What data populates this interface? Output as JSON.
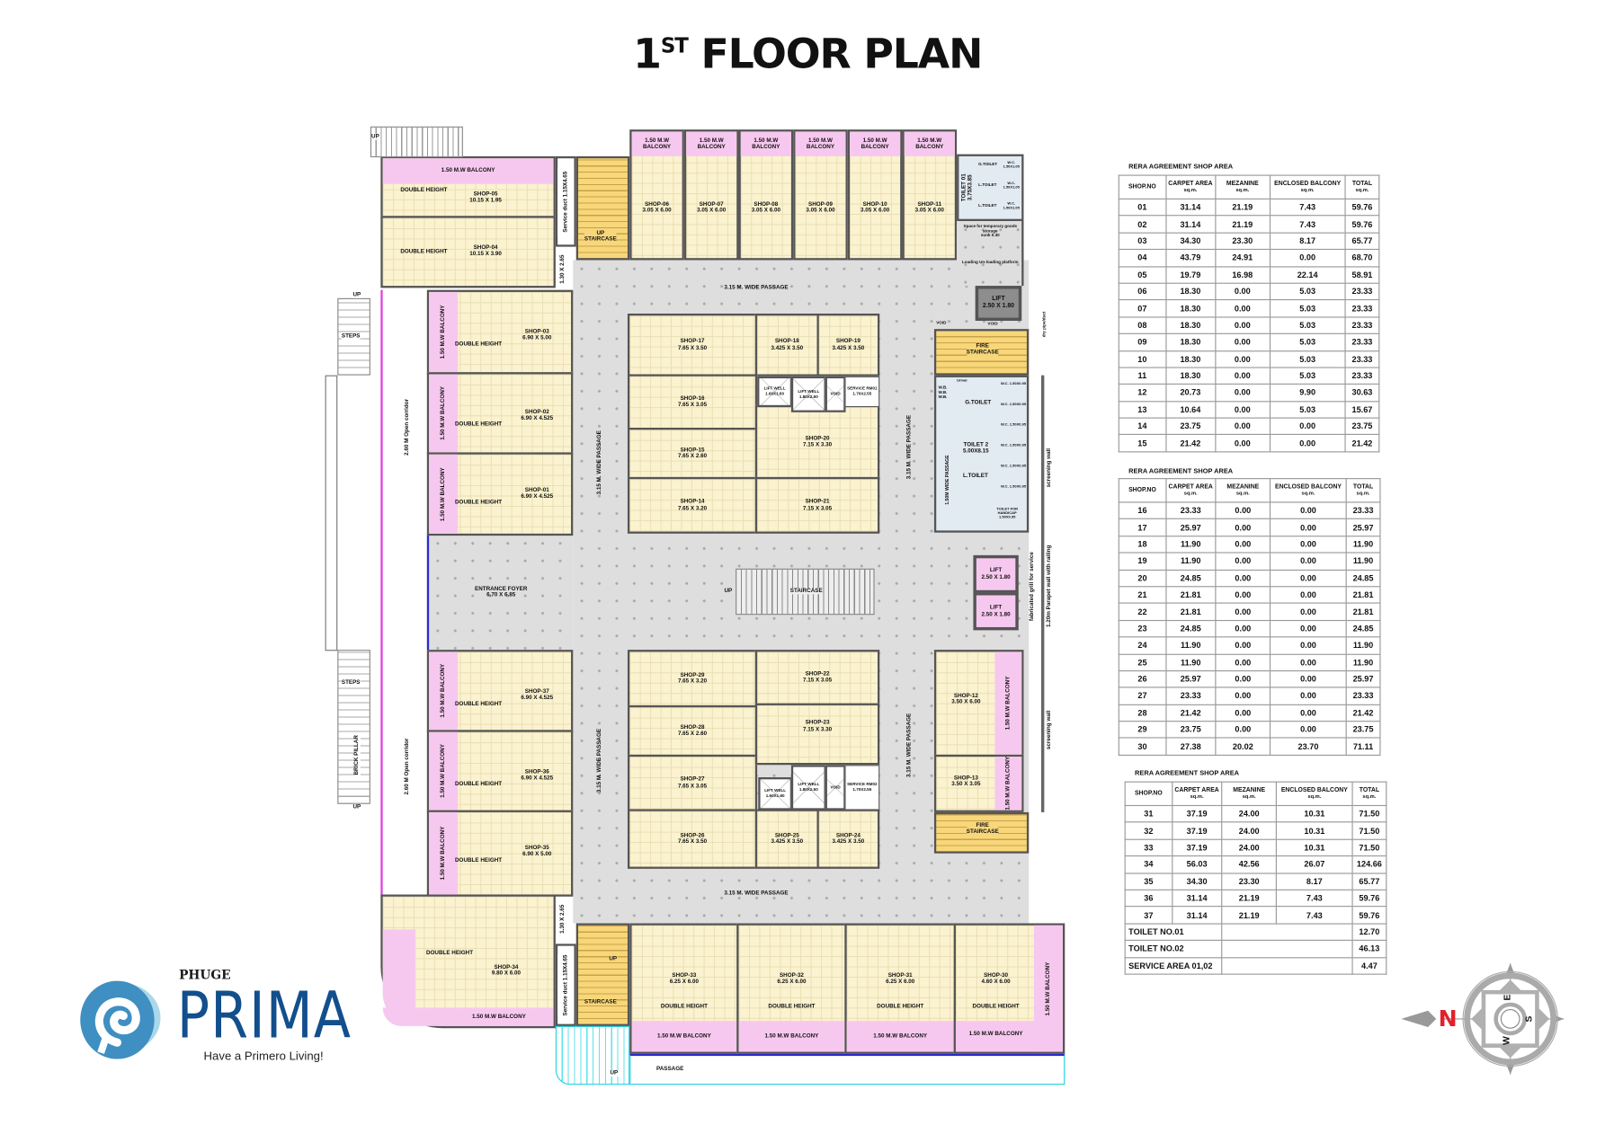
{
  "title": {
    "prefix": "1",
    "sup": "ST",
    "main": "FLOOR PLAN"
  },
  "common": {
    "double_height": "DOUBLE HEIGHT",
    "balcony": "1.50 M.W BALCONY",
    "staircase": "STAIRCASE",
    "up": "UP",
    "fire_staircase": "FIRE STAIRCASE",
    "void": "VOID",
    "passage": "3.15 M. WIDE PASSAGE",
    "open_corridor": "2.60 M Open corridor",
    "steps": "STEPS",
    "brick_pillar": "BRICK PILLAR",
    "service_duct": "Service duct 1.15X4.65",
    "dim_duct": "1.30 X 2.65",
    "bottom_passage": "PASSAGE"
  },
  "shops": {
    "s01": {
      "name": "SHOP-01",
      "size": "6.90 X 4.525"
    },
    "s02": {
      "name": "SHOP-02",
      "size": "6.90 X 4.525"
    },
    "s03": {
      "name": "SHOP-03",
      "size": "6.90 X 5.00"
    },
    "s04": {
      "name": "SHOP-04",
      "size": "10.15 X 3.90"
    },
    "s05": {
      "name": "SHOP-05",
      "size": "10.15 X 1.95"
    },
    "s06": {
      "name": "SHOP-06",
      "size": "3.05 X 6.00"
    },
    "s07": {
      "name": "SHOP-07",
      "size": "3.05 X 6.00"
    },
    "s08": {
      "name": "SHOP-08",
      "size": "3.05 X 6.00"
    },
    "s09": {
      "name": "SHOP-09",
      "size": "3.05 X 6.00"
    },
    "s10": {
      "name": "SHOP-10",
      "size": "3.05 X 6.00"
    },
    "s11": {
      "name": "SHOP-11",
      "size": "3.05 X 6.00"
    },
    "s12": {
      "name": "SHOP-12",
      "size": "3.50 X 6.00"
    },
    "s13": {
      "name": "SHOP-13",
      "size": "3.50 X 3.05"
    },
    "s14": {
      "name": "SHOP-14",
      "size": "7.65 X 3.20"
    },
    "s15": {
      "name": "SHOP-15",
      "size": "7.65 X 2.60"
    },
    "s16": {
      "name": "SHOP-16",
      "size": "7.65 X 3.05"
    },
    "s17": {
      "name": "SHOP-17",
      "size": "7.65 X 3.50"
    },
    "s18": {
      "name": "SHOP-18",
      "size": "3.425 X 3.50"
    },
    "s19": {
      "name": "SHOP-19",
      "size": "3.425 X 3.50"
    },
    "s20": {
      "name": "SHOP-20",
      "size": "7.15 X 3.30"
    },
    "s21": {
      "name": "SHOP-21",
      "size": "7.15 X 3.05"
    },
    "s22": {
      "name": "SHOP-22",
      "size": "7.15 X 3.05"
    },
    "s23": {
      "name": "SHOP-23",
      "size": "7.15 X 3.30"
    },
    "s24": {
      "name": "SHOP-24",
      "size": "3.425 X 3.50"
    },
    "s25": {
      "name": "SHOP-25",
      "size": "3.425 X 3.50"
    },
    "s26": {
      "name": "SHOP-26",
      "size": "7.65 X 3.50"
    },
    "s27": {
      "name": "SHOP-27",
      "size": "7.65 X 3.05"
    },
    "s28": {
      "name": "SHOP-28",
      "size": "7.65 X 2.60"
    },
    "s29": {
      "name": "SHOP-29",
      "size": "7.65 X 3.20"
    },
    "s30": {
      "name": "SHOP-30",
      "size": "4.60 X 6.00"
    },
    "s31": {
      "name": "SHOP-31",
      "size": "6.25 X 6.00"
    },
    "s32": {
      "name": "SHOP-32",
      "size": "6.25 X 6.00"
    },
    "s33": {
      "name": "SHOP-33",
      "size": "6.25 X 6.00"
    },
    "s34": {
      "name": "SHOP-34",
      "size": "9.80 X 6.00"
    },
    "s35": {
      "name": "SHOP-35",
      "size": "6.90 X 5.00"
    },
    "s36": {
      "name": "SHOP-36",
      "size": "6.90 X 4.525"
    },
    "s37": {
      "name": "SHOP-37",
      "size": "6.90 X 4.525"
    }
  },
  "facilities": {
    "foyer": {
      "name": "ENTRANCE FOYER",
      "size": "6.70 X 6.85"
    },
    "lift_well_1": {
      "name": "LIFT WELL",
      "size": "1.60X1.60"
    },
    "lift_well_2": {
      "name": "LIFT WELL",
      "size": "1.80X2.50"
    },
    "service_rm01": {
      "name": "SERVICE RM01",
      "size": "1.70X2.55"
    },
    "service_rm02": {
      "name": "SERVICE RM02",
      "size": "1.70X2.55"
    },
    "lift": {
      "name": "LIFT",
      "size": "2.50 X 1.80"
    },
    "toilet01": {
      "name": "TOILET 01",
      "size": "3.75X3.85",
      "g_toilet": "G.TOILET",
      "l_toilet": "L.TOILET",
      "wc": "W.C. 1.50X1.05"
    },
    "storage": {
      "name": "Space for temporary goods storage",
      "sunk": "sunk 0.30"
    },
    "loading": {
      "name": "Loading Un-loading platform"
    },
    "toilet02": {
      "name": "TOILET 2",
      "size": "5.00X8.15",
      "g_toilet": "G.TOILET",
      "l_toilet": "L.TOILET",
      "wc": "W.C. 1.50X0.95",
      "wb": "W.B.",
      "urinal": "Urinal",
      "passage": "1.50M WIDE PASSAGE",
      "handicap": "TOILET FOR HANDICAP 1.50X0.95"
    },
    "screening_wall": "screening wall",
    "grill": "fabricated grill for service",
    "parapet": "1.20m Parapet wall with railing",
    "dry_pipe": "dry pipe/duct"
  },
  "tables": [
    {
      "heading": "RERA AGREEMENT SHOP AREA",
      "headers": [
        [
          "SHOP.NO",
          ""
        ],
        [
          "CARPET AREA",
          "sq.m."
        ],
        [
          "MEZANINE",
          "sq.m."
        ],
        [
          "ENCLOSED BALCONY",
          "sq.m."
        ],
        [
          "TOTAL",
          "sq.m."
        ]
      ],
      "rows": [
        [
          "01",
          "31.14",
          "21.19",
          "7.43",
          "59.76"
        ],
        [
          "02",
          "31.14",
          "21.19",
          "7.43",
          "59.76"
        ],
        [
          "03",
          "34.30",
          "23.30",
          "8.17",
          "65.77"
        ],
        [
          "04",
          "43.79",
          "24.91",
          "0.00",
          "68.70"
        ],
        [
          "05",
          "19.79",
          "16.98",
          "22.14",
          "58.91"
        ],
        [
          "06",
          "18.30",
          "0.00",
          "5.03",
          "23.33"
        ],
        [
          "07",
          "18.30",
          "0.00",
          "5.03",
          "23.33"
        ],
        [
          "08",
          "18.30",
          "0.00",
          "5.03",
          "23.33"
        ],
        [
          "09",
          "18.30",
          "0.00",
          "5.03",
          "23.33"
        ],
        [
          "10",
          "18.30",
          "0.00",
          "5.03",
          "23.33"
        ],
        [
          "11",
          "18.30",
          "0.00",
          "5.03",
          "23.33"
        ],
        [
          "12",
          "20.73",
          "0.00",
          "9.90",
          "30.63"
        ],
        [
          "13",
          "10.64",
          "0.00",
          "5.03",
          "15.67"
        ],
        [
          "14",
          "23.75",
          "0.00",
          "0.00",
          "23.75"
        ],
        [
          "15",
          "21.42",
          "0.00",
          "0.00",
          "21.42"
        ]
      ]
    },
    {
      "heading": "RERA AGREEMENT SHOP AREA",
      "headers": [
        [
          "SHOP.NO",
          ""
        ],
        [
          "CARPET AREA",
          "sq.m."
        ],
        [
          "MEZANINE",
          "sq.m."
        ],
        [
          "ENCLOSED BALCONY",
          "sq.m."
        ],
        [
          "TOTAL",
          "sq.m."
        ]
      ],
      "rows": [
        [
          "16",
          "23.33",
          "0.00",
          "0.00",
          "23.33"
        ],
        [
          "17",
          "25.97",
          "0.00",
          "0.00",
          "25.97"
        ],
        [
          "18",
          "11.90",
          "0.00",
          "0.00",
          "11.90"
        ],
        [
          "19",
          "11.90",
          "0.00",
          "0.00",
          "11.90"
        ],
        [
          "20",
          "24.85",
          "0.00",
          "0.00",
          "24.85"
        ],
        [
          "21",
          "21.81",
          "0.00",
          "0.00",
          "21.81"
        ],
        [
          "22",
          "21.81",
          "0.00",
          "0.00",
          "21.81"
        ],
        [
          "23",
          "24.85",
          "0.00",
          "0.00",
          "24.85"
        ],
        [
          "24",
          "11.90",
          "0.00",
          "0.00",
          "11.90"
        ],
        [
          "25",
          "11.90",
          "0.00",
          "0.00",
          "11.90"
        ],
        [
          "26",
          "25.97",
          "0.00",
          "0.00",
          "25.97"
        ],
        [
          "27",
          "23.33",
          "0.00",
          "0.00",
          "23.33"
        ],
        [
          "28",
          "21.42",
          "0.00",
          "0.00",
          "21.42"
        ],
        [
          "29",
          "23.75",
          "0.00",
          "0.00",
          "23.75"
        ],
        [
          "30",
          "27.38",
          "20.02",
          "23.70",
          "71.11"
        ]
      ]
    },
    {
      "heading": "RERA AGREEMENT SHOP AREA",
      "headers": [
        [
          "SHOP.NO",
          ""
        ],
        [
          "CARPET AREA",
          "sq.m."
        ],
        [
          "MEZANINE",
          "sq.m."
        ],
        [
          "ENCLOSED BALCONY",
          "sq.m."
        ],
        [
          "TOTAL",
          "sq.m."
        ]
      ],
      "rows": [
        [
          "31",
          "37.19",
          "24.00",
          "10.31",
          "71.50"
        ],
        [
          "32",
          "37.19",
          "24.00",
          "10.31",
          "71.50"
        ],
        [
          "33",
          "37.19",
          "24.00",
          "10.31",
          "71.50"
        ],
        [
          "34",
          "56.03",
          "42.56",
          "26.07",
          "124.66"
        ],
        [
          "35",
          "34.30",
          "23.30",
          "8.17",
          "65.77"
        ],
        [
          "36",
          "31.14",
          "21.19",
          "7.43",
          "59.76"
        ],
        [
          "37",
          "31.14",
          "21.19",
          "7.43",
          "59.76"
        ]
      ],
      "extra_rows": [
        [
          "TOILET NO.01",
          "12.70"
        ],
        [
          "TOILET NO.02",
          "46.13"
        ],
        [
          "SERVICE AREA 01,02",
          "4.47"
        ]
      ]
    }
  ],
  "logo": {
    "brand_top": "PHUGE",
    "brand": "PRIMA",
    "tagline": "Have a Primero Living!",
    "color": "#124f8c"
  },
  "compass": {
    "n": "N",
    "e": "E",
    "s": "S",
    "w": "W",
    "n_color": "#e3202a"
  }
}
